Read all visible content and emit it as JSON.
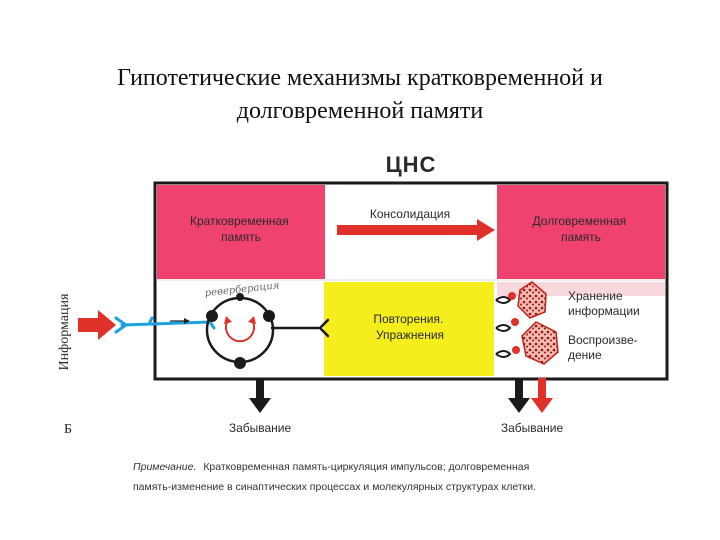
{
  "slide": {
    "title_line1": "Гипотетические механизмы кратковременной и",
    "title_line2": "долговременной памяти"
  },
  "figure": {
    "cns_label": "ЦНС",
    "short_term": [
      "Кратковременная",
      "память"
    ],
    "consolidation": "Консолидация",
    "long_term": [
      "Долговременная",
      "память"
    ],
    "repetition": [
      "Повторения.",
      "Упражнения"
    ],
    "storage": [
      "Хранение",
      "информации"
    ],
    "reproduction": [
      "Воспроизве-",
      "дение"
    ],
    "forgetting_left": "Забывание",
    "forgetting_right": "Забывание",
    "input_label": "Информация",
    "reverberation_label": "реверберация",
    "panel_letter": "Б",
    "note_prefix": "Примечание.",
    "note_line1": "Кратковременная память-циркуляция импульсов; долговременная",
    "note_line2": "память-изменение в синаптических процессах и молекулярных структурах клетки."
  },
  "colors": {
    "pink": "#f0426f",
    "yellow": "#f5ee1c",
    "red_arrow": "#e0302a",
    "blue_fiber": "#1aa3e0",
    "frame": "#1a1a1a"
  }
}
